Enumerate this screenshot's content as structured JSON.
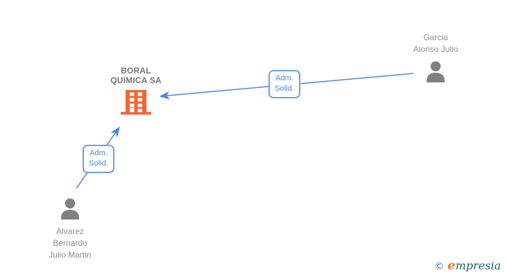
{
  "diagram_title": "company-relationship-graph",
  "company": {
    "name": [
      "BORAL",
      "QUIMICA SA"
    ],
    "icon": "building-icon",
    "icon_color": "#f96332"
  },
  "persons": [
    {
      "name": [
        "Garcia",
        "Alonso Julio"
      ],
      "icon": "person-icon"
    },
    {
      "name": [
        "Alvarez",
        "Bernardo",
        "Julio Martin"
      ],
      "icon": "person-icon"
    }
  ],
  "relations": [
    {
      "from": "Garcia Alonso Julio",
      "to": "BORAL QUIMICA SA",
      "label": [
        "Adm.",
        "Solid."
      ]
    },
    {
      "from": "Alvarez Bernardo Julio Martin",
      "to": "BORAL QUIMICA SA",
      "label": [
        "Adm.",
        "Solid."
      ]
    }
  ],
  "colors": {
    "edge_line": "#4a86e8",
    "relation_border": "#6d9eeb",
    "relation_text": "#4a86e8",
    "person_icon": "#808080",
    "person_text": "#8e8e8e",
    "company_text": "#757575",
    "building": "#f96332"
  },
  "footer": {
    "copyright_symbol": "©",
    "logo_text_initial": "e",
    "logo_text_rest": "mpresia"
  }
}
